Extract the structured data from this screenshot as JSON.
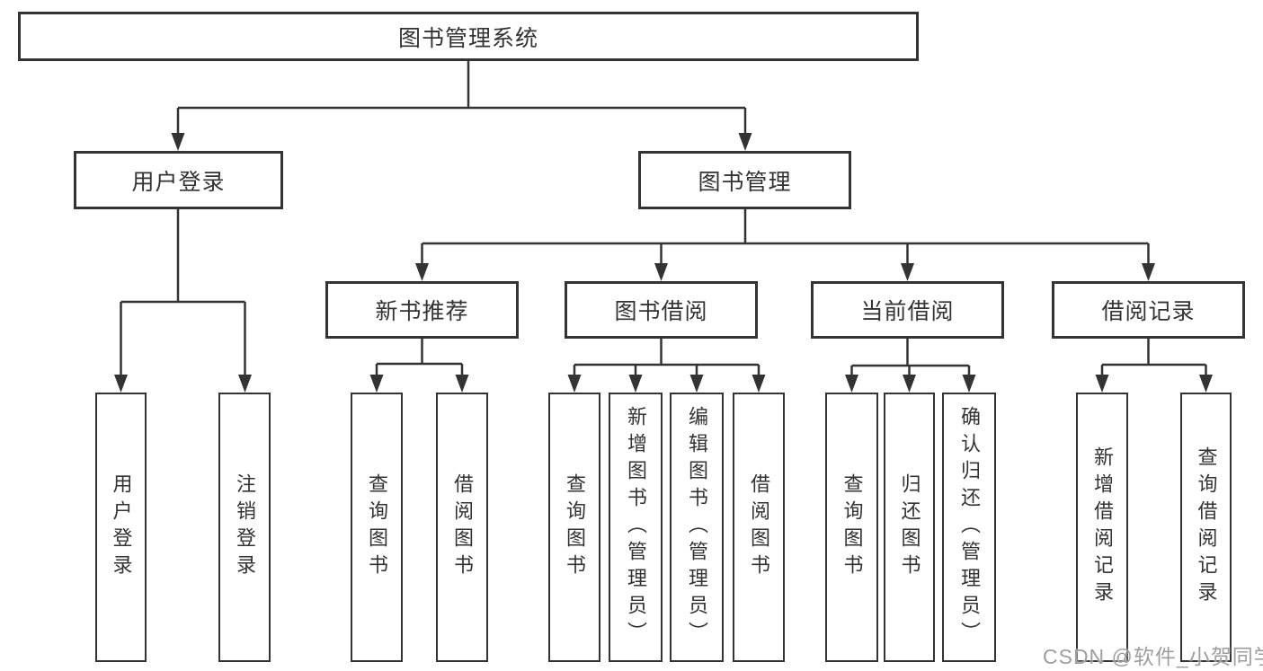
{
  "diagram": {
    "root": {
      "label": "图书管理系统"
    },
    "level2": [
      {
        "label": "用户登录"
      },
      {
        "label": "图书管理"
      }
    ],
    "level3": [
      {
        "label": "新书推荐",
        "parent": "图书管理"
      },
      {
        "label": "图书借阅",
        "parent": "图书管理"
      },
      {
        "label": "当前借阅",
        "parent": "图书管理"
      },
      {
        "label": "借阅记录",
        "parent": "图书管理"
      }
    ],
    "leaves": [
      {
        "label": "用户登录",
        "parent": "用户登录"
      },
      {
        "label": "注销登录",
        "parent": "用户登录"
      },
      {
        "label": "查询图书",
        "parent": "新书推荐"
      },
      {
        "label": "借阅图书",
        "parent": "新书推荐"
      },
      {
        "label": "查询图书",
        "parent": "图书借阅"
      },
      {
        "label": "新增图书（管理员）",
        "parent": "图书借阅"
      },
      {
        "label": "编辑图书（管理员）",
        "parent": "图书借阅"
      },
      {
        "label": "借阅图书",
        "parent": "图书借阅"
      },
      {
        "label": "查询图书",
        "parent": "当前借阅"
      },
      {
        "label": "归还图书",
        "parent": "当前借阅"
      },
      {
        "label": "确认归还（管理员）",
        "parent": "当前借阅"
      },
      {
        "label": "新增借阅记录",
        "parent": "借阅记录"
      },
      {
        "label": "查询借阅记录",
        "parent": "借阅记录"
      }
    ]
  },
  "watermark": {
    "text": "CSDN @软件_小贺同学"
  },
  "colors": {
    "line": "#333333",
    "text": "#333333",
    "watermark": "#9e9e9e",
    "background": "#ffffff"
  }
}
